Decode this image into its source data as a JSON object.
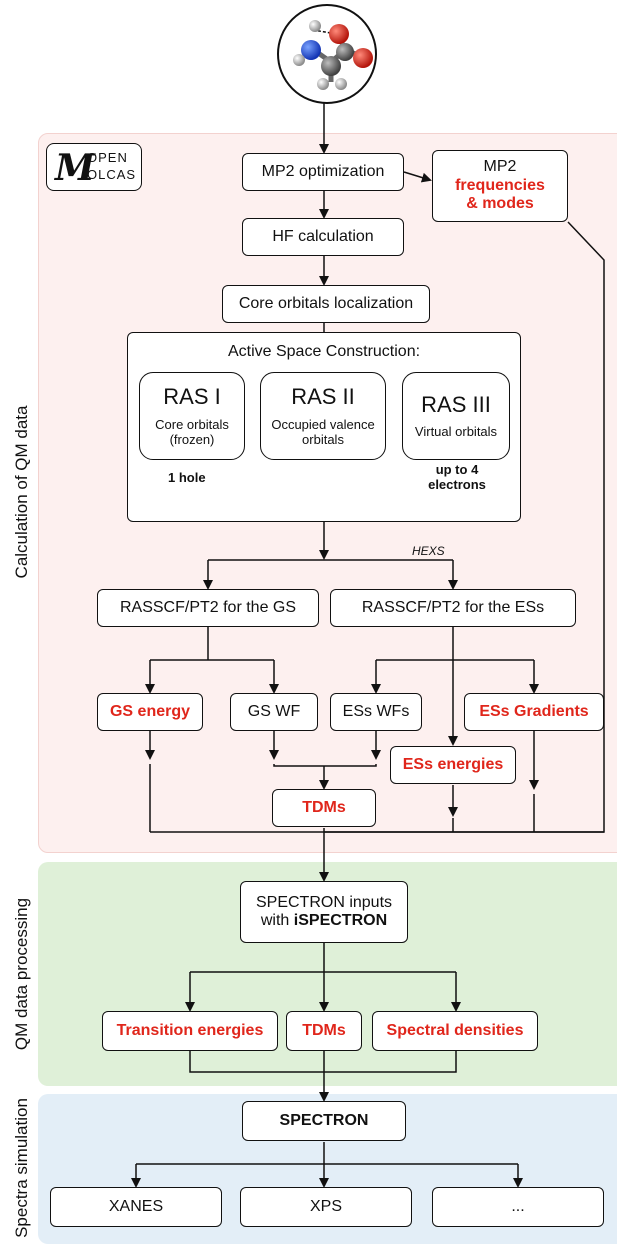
{
  "regions": {
    "qm": "Calculation of QM data",
    "processing": "QM data processing",
    "spectra": "Spectra simulation"
  },
  "logo": {
    "m": "M",
    "open": "OPEN",
    "olcas": "OLCAS"
  },
  "steps": {
    "mp2_opt": "MP2 optimization",
    "mp2_freq_title": "MP2",
    "mp2_freq_red": "frequencies & modes",
    "hf": "HF calculation",
    "core_loc": "Core orbitals localization",
    "active_space": "Active Space Construction:",
    "rasscf_gs": "RASSCF/PT2 for the GS",
    "rasscf_es": "RASSCF/PT2 for the ESs",
    "gs_energy": "GS energy",
    "gs_wf": "GS WF",
    "es_wfs": "ESs WFs",
    "es_gradients": "ESs Gradients",
    "es_energies": "ESs energies",
    "tdms_qm": "TDMs",
    "spectron_inputs_1": "SPECTRON inputs",
    "spectron_inputs_2": "with",
    "ispectron": "iSPECTRON",
    "transition_energies": "Transition energies",
    "tdms_proc": "TDMs",
    "spectral_densities": "Spectral densities",
    "spectron": "SPECTRON",
    "xanes": "XANES",
    "xps": "XPS",
    "more": "..."
  },
  "ras": [
    {
      "title": "RAS I",
      "desc": "Core orbitals (frozen)",
      "note": "1 hole"
    },
    {
      "title": "RAS II",
      "desc": "Occupied valence orbitals",
      "note": ""
    },
    {
      "title": "RAS III",
      "desc": "Virtual orbitals",
      "note": "up to 4 electrons"
    }
  ],
  "hexs": "HEXS",
  "colors": {
    "accent_red": "#e0261b",
    "qm_bg": "#fdf0ef",
    "proc_bg": "#dff0d8",
    "spec_bg": "#e3eef7"
  },
  "molecule": {
    "atoms": [
      "H",
      "O",
      "N",
      "C",
      "O",
      "C",
      "H",
      "H",
      "H"
    ]
  }
}
